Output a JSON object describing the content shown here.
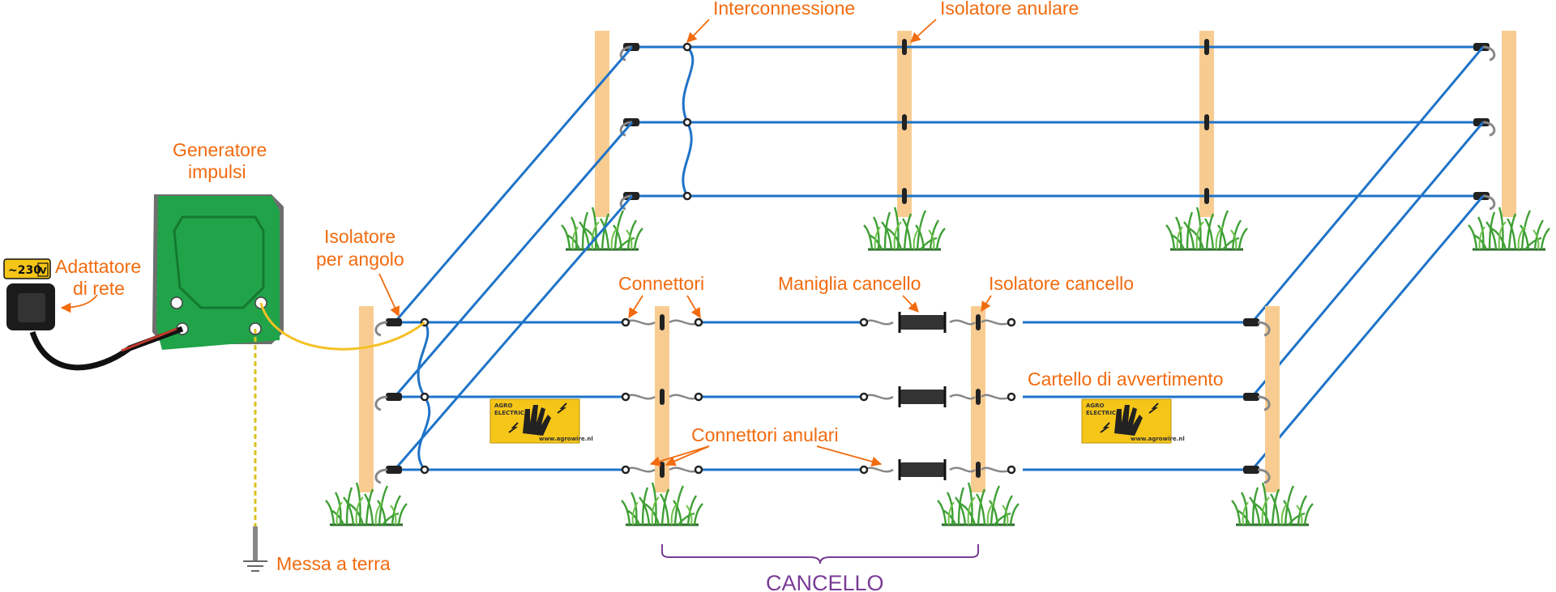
{
  "colors": {
    "wire": "#1e73c8",
    "post": "#f8cc91",
    "label": "#f26b0f",
    "gate_bracket": "#7a3b96",
    "energizer": "#21a34a",
    "sign": "#f5c518",
    "handle": "#333333",
    "ground_wire": "#d8c219",
    "hv_wire": "#f5c024"
  },
  "labels": {
    "interconnection": "Interconnessione",
    "ring_insulator": "Isolatore anulare",
    "energizer_line1": "Generatore",
    "energizer_line2": "impulsi",
    "corner_insulator_line1": "Isolatore",
    "corner_insulator_line2": "per angolo",
    "mains_adapter_line1": "Adattatore",
    "mains_adapter_line2": "di rete",
    "connectors": "Connettori",
    "gate_handle": "Maniglia cancello",
    "gate_insulator": "Isolatore cancello",
    "warning_sign": "Cartello di avvertimento",
    "ring_connectors": "Connettori anulari",
    "earth": "Messa a terra",
    "gate": "CANCELLO"
  },
  "adapter": {
    "voltage": "~230",
    "unit": "V"
  },
  "sign": {
    "brand_line1": "AGRO",
    "brand_line2": "ELECTRIC",
    "website": "www.agrowire.nl"
  },
  "icons": [
    "energizer-icon",
    "power-adapter-icon",
    "ground-symbol-icon",
    "warning-hand-icon",
    "lightning-bolt-icon",
    "grass-icon"
  ]
}
